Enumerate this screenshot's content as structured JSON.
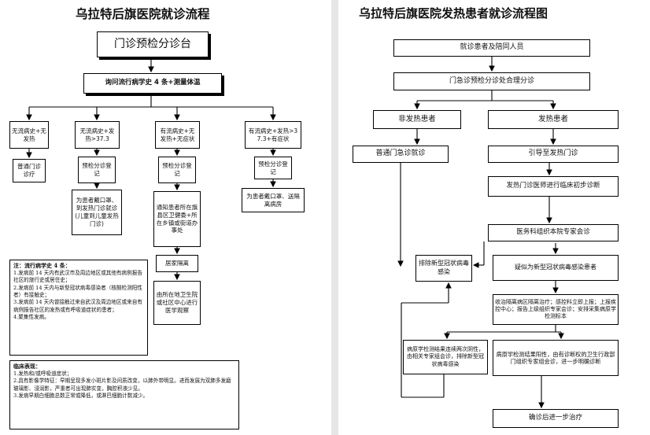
{
  "left": {
    "title": "乌拉特后旗医院就诊流程",
    "triage": "门诊预检分诊台",
    "inquiry": "询问流行病学史 4 条+测量体温",
    "categories": [
      "无流病史+无发热",
      "无流病史+发热>37.3",
      "有流病史+无发热+无症状",
      "有流病史+发热>37.3+有症状"
    ],
    "c1_action": "普通门诊诊疗",
    "c2_triage": "预检分诊登记",
    "c2_action": "为患者戴口罩、到发热门诊就诊(儿童到儿童发热门诊)",
    "c3_triage": "预检分诊登记",
    "c3_notify": "通知患者所在旗县区卫健委+所在乡镇或街道办事处",
    "c3_isolation": "居家隔离",
    "c3_observe": "由所在地卫生院或社区中心进行医学观察",
    "c4_triage": "预检分诊登记",
    "c4_action": "为患者戴口罩、送隔离病房",
    "note_epi": {
      "title": "注：流行病学史 4 条：",
      "items": [
        "1.发病前 14 天内有武汉市及周边地区或其他有病例报告社区的旅行史或居住史；",
        "2.发病前 14 天内与新型冠状病毒感染者（核酸检测阳性者）有接触史；",
        "3.发病前 14 天内曾接触过来自武汉及周边地区或来自有病例报告社区的发热或有呼吸道症状的患者；",
        "4.聚集性发病。"
      ]
    },
    "note_clinical": {
      "title": "临床表现：",
      "items": [
        "1.发热和/或呼吸道症状；",
        "2.具有影像学特征：早期呈现多发小斑片影及间质改变，以肺外带明显。进而发展为双肺多发磨玻璃影、浸润影，严重者可出现肺实变，胸腔积液少见。",
        "3.发病早期白细胞总数正常或降低，或淋巴细胞计数减少。"
      ]
    }
  },
  "right": {
    "title": "乌拉特后旗医院发热患者就诊流程图",
    "patient": "就诊患者及陪同人员",
    "emergency": "门急诊预检分诊处合理分诊",
    "non_fever": "非发热患者",
    "fever": "发热患者",
    "general_clinic": "普通门急诊就诊",
    "guide_fever": "引导至发热门诊",
    "initial_dx": "发热门诊医师进行临床初步诊断",
    "expert_consult": "医务科组织本院专家会诊",
    "exclude": "排除新型冠状病毒感染",
    "suspected": "疑似为新型冠状病毒感染患者",
    "isolate_report": "收治隔离病区隔离治疗；感控科立即上报；上报疾控中心；报告上级组织专家会诊；安排采集病原学检测标本",
    "negative": "病原学检测结果连续两次阴性，由相关专家组会诊，排除新型冠状病毒感染",
    "positive": "病原学检测结果阳性，由有诊断权的卫生行政部门组织专家组会诊，进一步明确诊断",
    "final": "确诊后进一步治疗"
  }
}
